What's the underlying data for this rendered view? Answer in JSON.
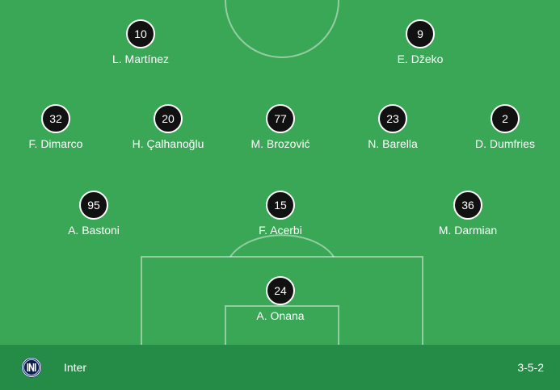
{
  "team": {
    "name": "Inter",
    "formation": "3-5-2",
    "logo_icon": "inter-crest-icon"
  },
  "players": [
    {
      "number": "10",
      "name": "L. Martínez"
    },
    {
      "number": "9",
      "name": "E. Džeko"
    },
    {
      "number": "32",
      "name": "F. Dimarco"
    },
    {
      "number": "20",
      "name": "H. Çalhanoğlu"
    },
    {
      "number": "77",
      "name": "M. Brozović"
    },
    {
      "number": "23",
      "name": "N. Barella"
    },
    {
      "number": "2",
      "name": "D. Dumfries"
    },
    {
      "number": "95",
      "name": "A. Bastoni"
    },
    {
      "number": "15",
      "name": "F. Acerbi"
    },
    {
      "number": "36",
      "name": "M. Darmian"
    },
    {
      "number": "24",
      "name": "A. Onana"
    }
  ],
  "colors": {
    "pitch": "#3aa757",
    "footer": "#248c46",
    "badge": "#111111"
  }
}
